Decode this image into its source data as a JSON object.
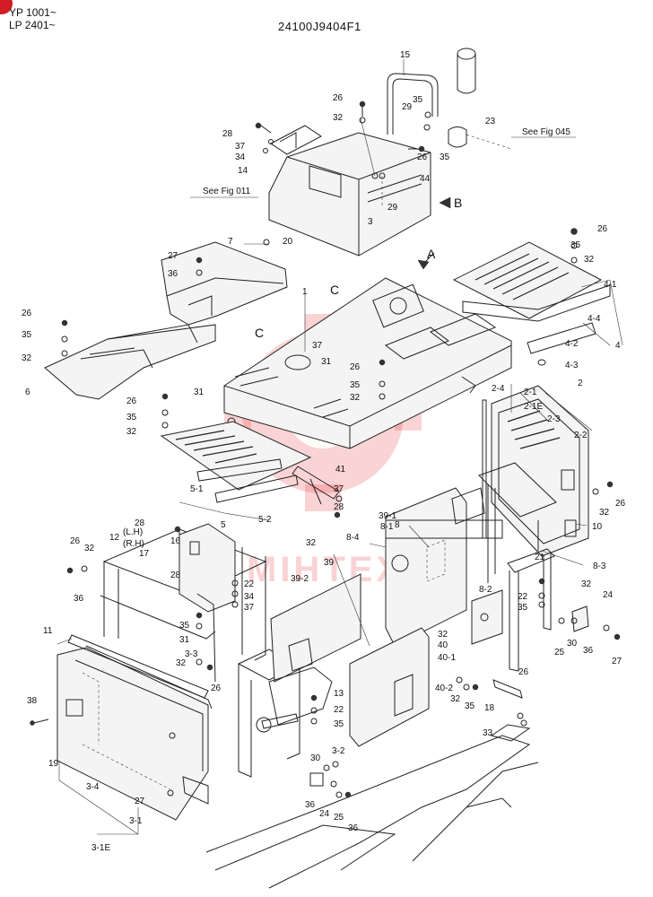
{
  "header": {
    "model_line_1": "YP 1001~",
    "model_line_2": "LP 2401~",
    "drawing_code": "24100J9404F1"
  },
  "references": {
    "fig_045": "See Fig 045",
    "fig_011": "See Fig 011"
  },
  "views": {
    "a": "A",
    "b": "B",
    "c": "C"
  },
  "watermark": {
    "text": "MIHTEX",
    "color": "#e8383d"
  },
  "labels": [
    "15",
    "26",
    "35",
    "29",
    "23",
    "32",
    "28",
    "37",
    "34",
    "14",
    "26",
    "44",
    "7",
    "20",
    "27",
    "36",
    "26",
    "35",
    "32",
    "1",
    "37",
    "31",
    "26",
    "35",
    "32",
    "26",
    "35",
    "32",
    "4-1",
    "4-4",
    "4-2",
    "4",
    "4-3",
    "26",
    "35",
    "32",
    "6",
    "31",
    "2-4",
    "2-1",
    "2-1E",
    "2",
    "2-3",
    "2-2",
    "41",
    "37",
    "28",
    "5-1",
    "5-2",
    "5",
    "26",
    "32",
    "10",
    "28",
    "12",
    "26",
    "32",
    "16",
    "17",
    "28",
    "22",
    "34",
    "37",
    "31",
    "35",
    "32",
    "39",
    "39-2",
    "39-1",
    "8-1",
    "8",
    "8-4",
    "8-2",
    "8-3",
    "21",
    "22",
    "35",
    "32",
    "24",
    "25",
    "30",
    "36",
    "27",
    "36",
    "11",
    "3-3",
    "32",
    "26",
    "13",
    "22",
    "35",
    "32",
    "40",
    "40-1",
    "40-2",
    "32",
    "35",
    "26",
    "18",
    "33",
    "38",
    "19",
    "3-4",
    "3-2",
    "30",
    "36",
    "24",
    "25",
    "36",
    "27",
    "3-1",
    "3-1E",
    "3",
    "29",
    "35",
    "26"
  ],
  "side_labels": {
    "lh": "(L.H)",
    "rh": "(R.H)"
  }
}
